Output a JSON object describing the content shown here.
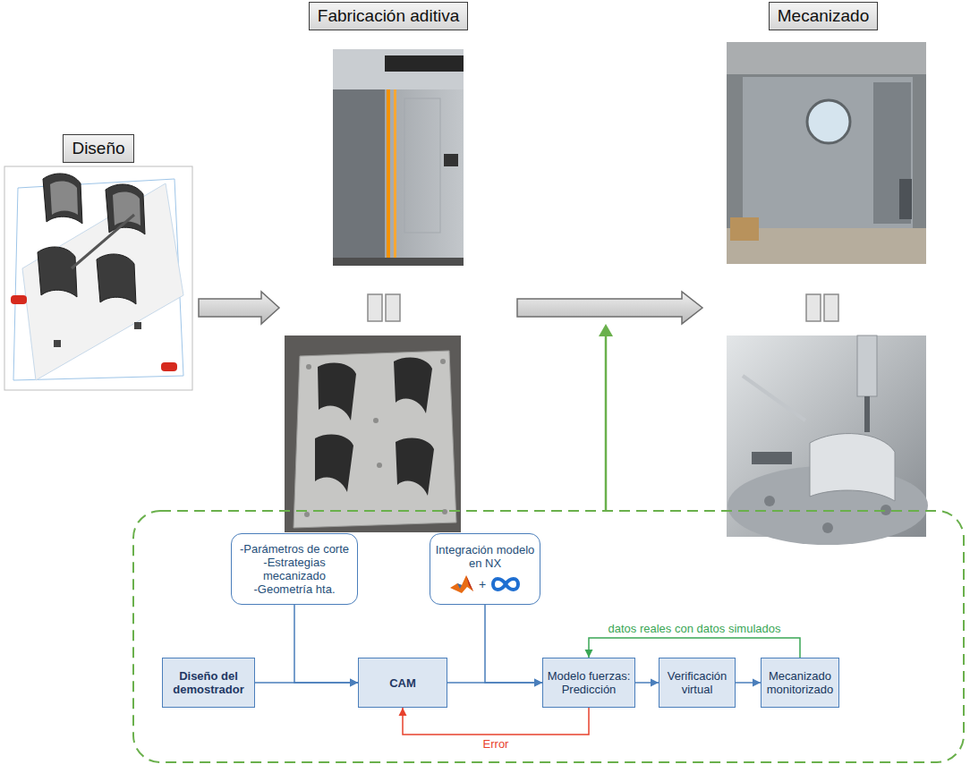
{
  "diagram": {
    "nodes": [
      {
        "text": [
          "Diseño"
        ]
      },
      {
        "text": [
          "Fabricación aditiva"
        ]
      },
      {
        "text": [
          "Mecanizado"
        ]
      },
      {
        "text": [
          "-Parámetros de corte",
          "-Estrategias mecanizado",
          "-Geometría hta."
        ]
      },
      {
        "text": [
          "Integración modelo en NX",
          "+"
        ]
      },
      {
        "text": [
          "Diseño del demostrador"
        ]
      },
      {
        "text": [
          "CAM"
        ]
      },
      {
        "text": [
          "Modelo fuerzas: Predicción"
        ]
      },
      {
        "text": [
          "Verificación virtual"
        ]
      },
      {
        "text": [
          "Mecanizado monitorizado"
        ]
      }
    ],
    "edges": [
      {
        "from": 5,
        "to": 6,
        "arrow": "to"
      },
      {
        "from": 3,
        "to": 6,
        "arrow": "to"
      },
      {
        "from": 4,
        "to": 7,
        "arrow": "to"
      },
      {
        "from": 6,
        "to": 7,
        "arrow": "to"
      },
      {
        "from": 7,
        "to": 8,
        "arrow": "to"
      },
      {
        "from": 8,
        "to": 9,
        "arrow": "to"
      },
      {
        "from": 9,
        "to": 7,
        "label": "datos reales con datos simulados",
        "arrow": "to"
      },
      {
        "from": 7,
        "to": 6,
        "label": "Error",
        "arrow": "to"
      }
    ]
  }
}
